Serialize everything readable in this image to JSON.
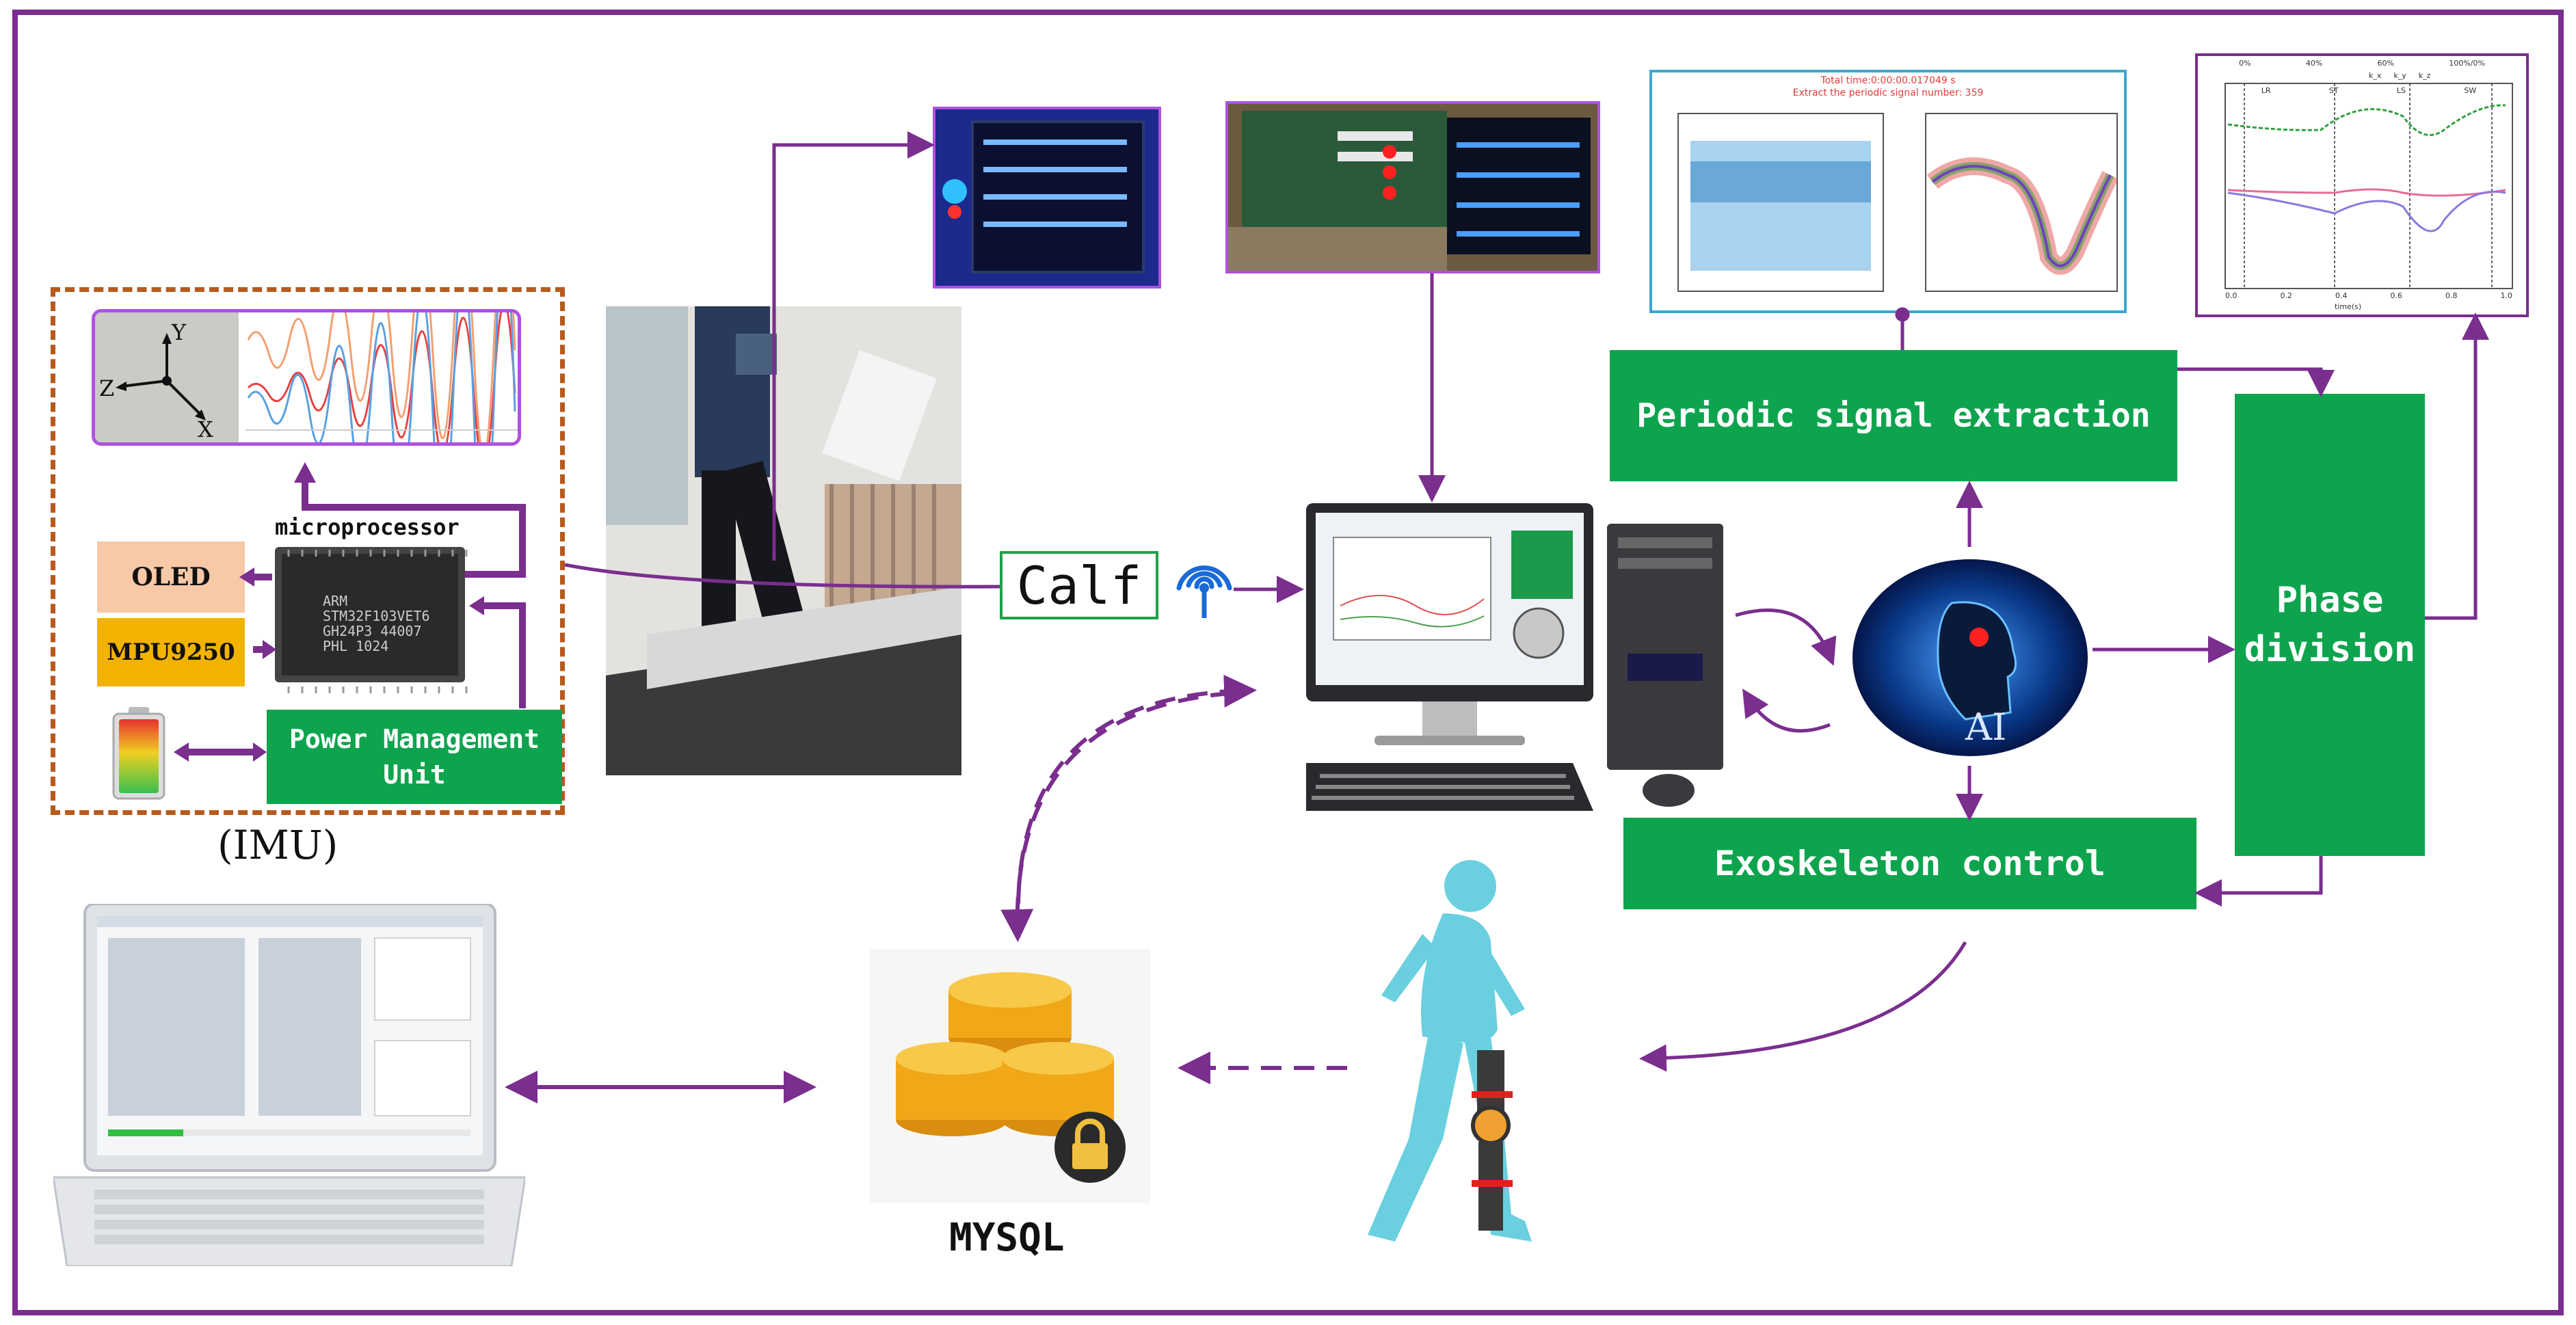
{
  "imu_panel": {
    "label": "(IMU)",
    "microprocessor_label": "microprocessor",
    "oled_label": "OLED",
    "mpu_label": "MPU9250",
    "pmu_label": "Power Management Unit",
    "axes": [
      "Y",
      "Z",
      "X"
    ],
    "chip_text": "ARM\nSTM32F103VET6\nGH24P3 44007\nPHL 1024"
  },
  "calf_label": "Calf",
  "database_label": "MYSQL",
  "process_boxes": {
    "periodic": "Periodic signal extraction",
    "phase": "Phase division",
    "exoskeleton": "Exoskeleton control"
  },
  "ai_label": "AI",
  "signal_panel": {
    "title_line1": "Total time:0:00:00.017049 s",
    "title_line2": "Extract the periodic signal number: 359"
  },
  "phase_panel": {
    "top_ticks": [
      "0%",
      "40%",
      "60%",
      "100%/0%"
    ],
    "segments": [
      "LR",
      "ST",
      "LS",
      "SW"
    ],
    "legend": [
      "k_x",
      "k_y",
      "k_z"
    ],
    "xlabel": "time(s)",
    "x_ticks": [
      "0.0",
      "0.2",
      "0.4",
      "0.6",
      "0.8",
      "1.0"
    ]
  },
  "colors": {
    "arrow": "#7a2e8e",
    "frame": "#7a2e8e",
    "green_box": "#0ea44e",
    "imu_border": "#b75a1c",
    "oled_fill": "#f8c9a7",
    "mpu_fill": "#f2b300"
  },
  "icons": {
    "wifi": "wireless-signal-icon",
    "database": "database-coins-icon",
    "lock": "lock-icon",
    "battery": "battery-icon",
    "computer": "desktop-computer-icon",
    "walker": "exoskeleton-walker-icon"
  }
}
